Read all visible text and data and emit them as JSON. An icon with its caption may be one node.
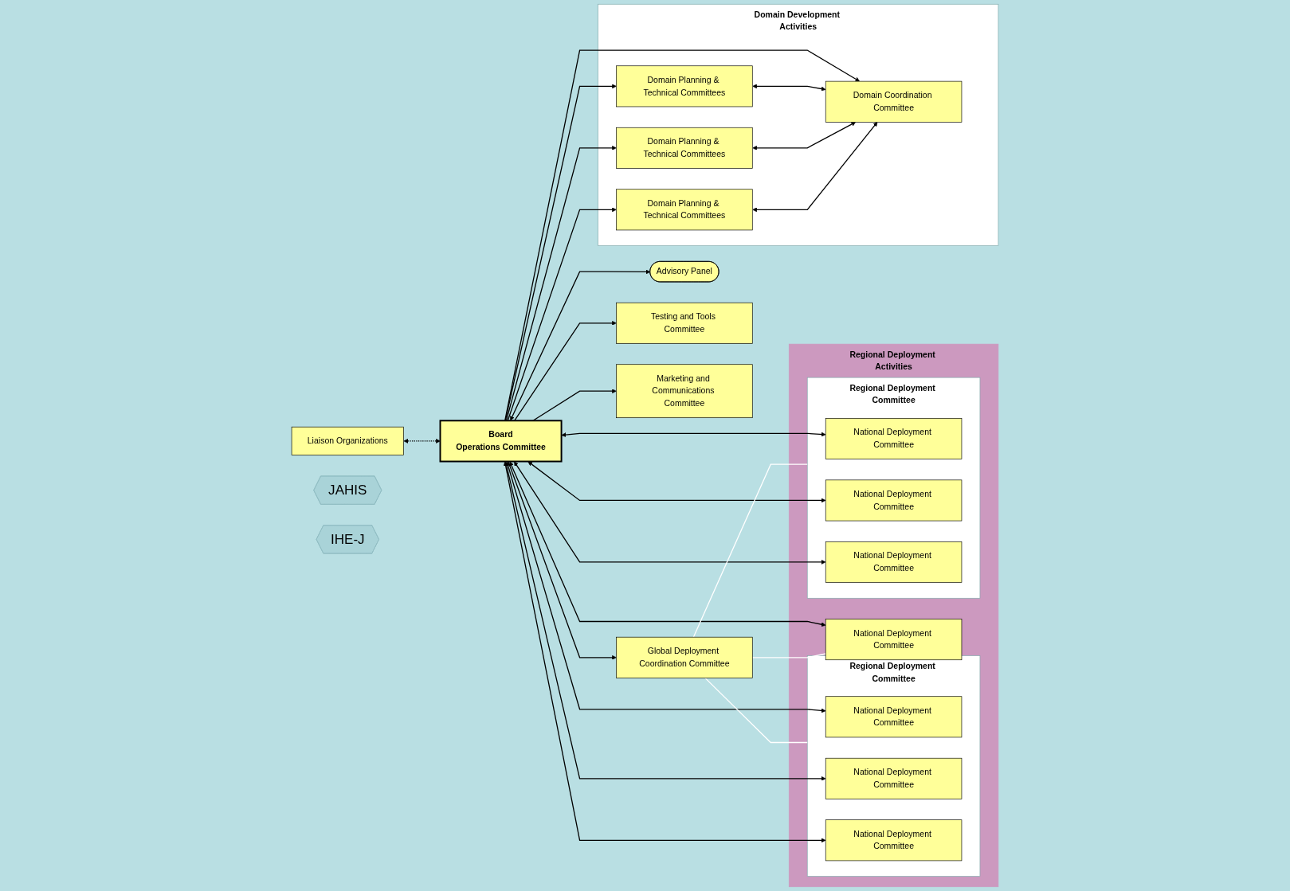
{
  "diagram": {
    "nodes": [
      {
        "text": [
          "Liaison Organizations"
        ]
      },
      {
        "text": [
          "Board",
          "Operations Committee"
        ]
      },
      {
        "text": [
          "Advisory Panel"
        ]
      },
      {
        "text": [
          "Domain Development Activities"
        ]
      },
      {
        "text": [
          "Domain Planning & Technical Committees"
        ],
        "in": 3
      },
      {
        "text": [
          "Domain Coordination Committee"
        ],
        "in": 3
      },
      {
        "text": [
          "Domain Planning & Technical Committees"
        ],
        "in": 3
      },
      {
        "text": [
          "Domain Planning & Technical Committees"
        ],
        "in": 3
      },
      {
        "text": [
          "Testing and Tools Committee"
        ]
      },
      {
        "text": [
          "Marketing and Communications Committee"
        ]
      },
      {
        "text": [
          "Global Deployment Coordination Committee"
        ]
      },
      {
        "text": [
          "Regional Deployment Activities"
        ]
      },
      {
        "text": [
          "Regional Deployment Committee"
        ],
        "in": 11
      },
      {
        "text": [
          "National Deployment Committee"
        ],
        "in": 12
      },
      {
        "text": [
          "National Deployment Committee"
        ],
        "in": 12
      },
      {
        "text": [
          "National Deployment Committee"
        ],
        "in": 12
      },
      {
        "text": [
          "Regional Deployment Committee"
        ],
        "in": 11
      },
      {
        "text": [
          "National Deployment Committee"
        ],
        "in": 16
      },
      {
        "text": [
          "National Deployment Committee"
        ],
        "in": 16
      },
      {
        "text": [
          "National Deployment Committee"
        ],
        "in": 16
      },
      {
        "text": [
          "National Deployment Committee"
        ],
        "in": 11
      },
      {
        "text": [
          "JAHIS"
        ]
      },
      {
        "text": [
          "IHE-J"
        ]
      }
    ],
    "edges": [
      {
        "from": 0,
        "to": 1,
        "arrow": "both",
        "style": "dashed"
      },
      {
        "from": 1,
        "to": 2,
        "arrow": "both"
      },
      {
        "from": 1,
        "to": 4,
        "arrow": "to"
      },
      {
        "from": 1,
        "to": 6,
        "arrow": "to"
      },
      {
        "from": 1,
        "to": 7,
        "arrow": "to"
      },
      {
        "from": 1,
        "to": 5,
        "arrow": "to"
      },
      {
        "from": 1,
        "to": 8,
        "arrow": "to"
      },
      {
        "from": 1,
        "to": 10,
        "arrow": "to"
      },
      {
        "from": 1,
        "to": 9,
        "arrow": "to"
      },
      {
        "from": 4,
        "to": 5,
        "arrow": "both"
      },
      {
        "from": 6,
        "to": 5,
        "arrow": "both"
      },
      {
        "from": 7,
        "to": 5,
        "arrow": "both"
      },
      {
        "from": 1,
        "to": 13,
        "arrow": "both"
      },
      {
        "from": 1,
        "to": 14,
        "arrow": "both"
      },
      {
        "from": 1,
        "to": 15,
        "arrow": "both"
      },
      {
        "from": 1,
        "to": 17,
        "arrow": "both"
      },
      {
        "from": 1,
        "to": 18,
        "arrow": "both"
      },
      {
        "from": 1,
        "to": 19,
        "arrow": "both"
      },
      {
        "from": 1,
        "to": 20,
        "arrow": "both"
      },
      {
        "from": 10,
        "to": 12,
        "arrow": "none",
        "color": "#ffffff"
      },
      {
        "from": 10,
        "to": 16,
        "arrow": "none",
        "color": "#ffffff"
      },
      {
        "from": 10,
        "to": 20,
        "arrow": "none",
        "color": "#ffffff"
      }
    ]
  }
}
